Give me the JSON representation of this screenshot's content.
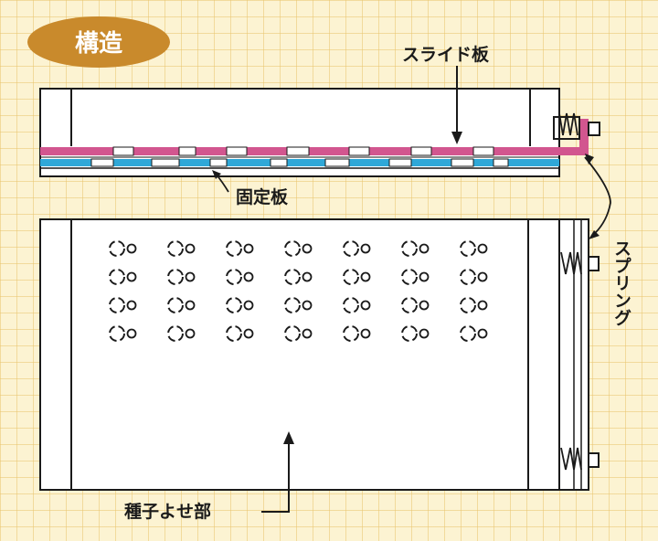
{
  "title": "構造",
  "labels": {
    "slide_plate": "スライド板",
    "fixed_plate": "固定板",
    "spring": "スプリング",
    "seed_gather": "種子よせ部"
  },
  "colors": {
    "background": "#fcf3d2",
    "grid": "#e8c56e",
    "title_badge": "#c98a2c",
    "slide_plate": "#d2568f",
    "fixed_plate": "#2fa8d8",
    "outline": "#1a1a1a"
  },
  "hole_grid": {
    "rows": 4,
    "columns": 7
  }
}
